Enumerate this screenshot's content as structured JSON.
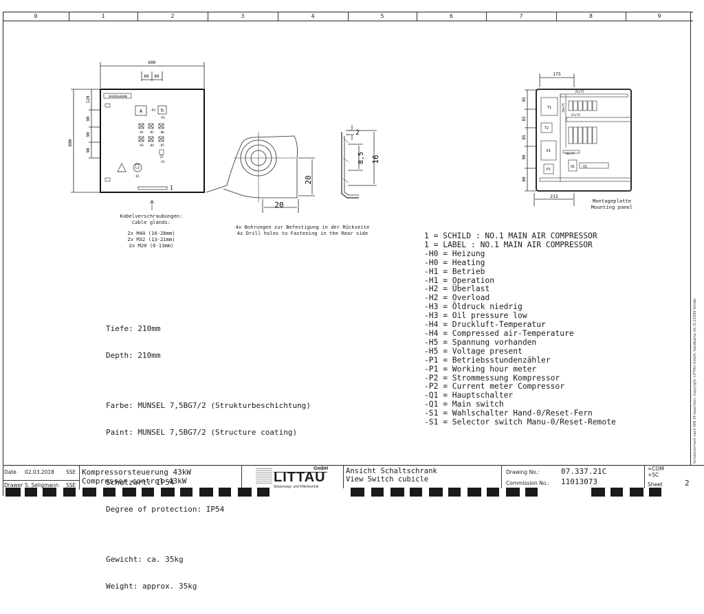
{
  "ruler": [
    "0",
    "1",
    "2",
    "3",
    "4",
    "5",
    "6",
    "7",
    "8",
    "9"
  ],
  "front": {
    "width_label": "600",
    "sub_width_labels": [
      "60",
      "60"
    ],
    "height_label": "600",
    "row_labels": [
      "120",
      "90",
      "90",
      "90"
    ],
    "brand_label": "SAUER&SOHN",
    "label_a": "A",
    "label_p2": "-P2",
    "label_h": "h",
    "label_p1": "-P1",
    "lamp_row1": [
      "-H1",
      "-H2",
      "-H0"
    ],
    "lamp_row2": [
      "-H3",
      "-H4",
      "-H5"
    ],
    "label_s1": "-S1",
    "label_q1": "-Q1",
    "item_marker": "1",
    "glands_title": [
      "Kabelverschraubungen:",
      "Cable glands:"
    ],
    "glands": [
      "2x M40 (16-28mm)",
      "2x M32 (13-21mm)",
      "2x M20 (6-13mm)"
    ]
  },
  "detail": {
    "dim_20_vertical": "20",
    "dim_20_horizontal": "20",
    "dim_2": "2",
    "dim_8_5": "8,5",
    "dim_16": "16",
    "caption": [
      "4x Bohrungen zur Befestigung in der Rückseite",
      "4x Drill holes to Fastening in the Rear side"
    ]
  },
  "panel": {
    "width_label": "175",
    "bottom_label": "212",
    "row_labels": [
      "95",
      "85",
      "85",
      "90",
      "80"
    ],
    "t1": "T1",
    "t2": "T2",
    "k1": "K1",
    "p1": "P1",
    "q1": "Q1",
    "x1": "-X1",
    "duct_top": "25x75",
    "duct_mid": "37x75",
    "duct_side": "50x75",
    "duct_bottom": "50x75",
    "caption": [
      "Montageplatte",
      "Mounting panel"
    ]
  },
  "legend": [
    "1 = SCHILD : NO.1 MAIN AIR COMPRESSOR",
    "1 = LABEL : NO.1 MAIN AIR COMPRESSOR",
    "-H0 = Heizung",
    "-H0 = Heating",
    "-H1 = Betrieb",
    "-H1 = Operation",
    "-H2 = Überlast",
    "-H2 = Overload",
    "-H3 = Öldruck niedrig",
    "-H3 = Oil pressure low",
    "-H4 = Druckluft-Temperatur",
    "-H4 = Compressed air-Temperature",
    "-H5 = Spannung vorhanden",
    "-H5 = Voltage present",
    "-P1 = Betriebsstundenzähler",
    "-P1 = Working hour meter",
    "-P2 = Strommessung Kompressor",
    "-P2 = Current meter Compressor",
    "-Q1 = Hauptschalter",
    "-Q1 = Main switch",
    "-S1 = Wahlschalter Hand-0/Reset-Fern",
    "-S1 = Selector switch Manu-0/Reset-Remote"
  ],
  "specs": {
    "depth": [
      "Tiefe: 210mm",
      "Depth: 210mm"
    ],
    "paint": [
      "Farbe: MUNSEL 7,5BG7/2 (Strukturbeschichtung)",
      "Paint: MUNSEL 7,5BG7/2 (Structure coating)"
    ],
    "protection": [
      "Schutzart: IP54",
      "Degree of protection: IP54"
    ],
    "weight": [
      "Gewicht: ca. 35kg",
      "Weight: approx. 35kg"
    ]
  },
  "title_block": {
    "date_label": "Date",
    "date": "02.03.2018",
    "date_initials": "SSE",
    "drawer_label": "Drawer",
    "drawer": "S. Seligmann",
    "drawer_initials": "SSE",
    "title_de": "Kompressorsteuerung 43kW",
    "title_en": "Compressor control 43kW",
    "logo_gmbh": "GmbH",
    "logo_name": "LITTAU",
    "logo_sub": "Steuerungs- und Filtertechnik",
    "view_de": "Ansicht Schaltschrank",
    "view_en": "View Switch cubicle",
    "drawing_no_label": "Drawing No.:",
    "drawing_no": "07.337.21C",
    "commission_no_label": "Commission No.:",
    "commission_no": "11013073",
    "com_label": "=COM",
    "sc_label": "+SC",
    "sheet_label": "Sheet",
    "sheet_no": "2"
  },
  "side_text": "Schutzvermerk nach DIN 34 beachten. Copyright: LITTAU GmbH, Sandkamp 16, D-21509 Glinde"
}
